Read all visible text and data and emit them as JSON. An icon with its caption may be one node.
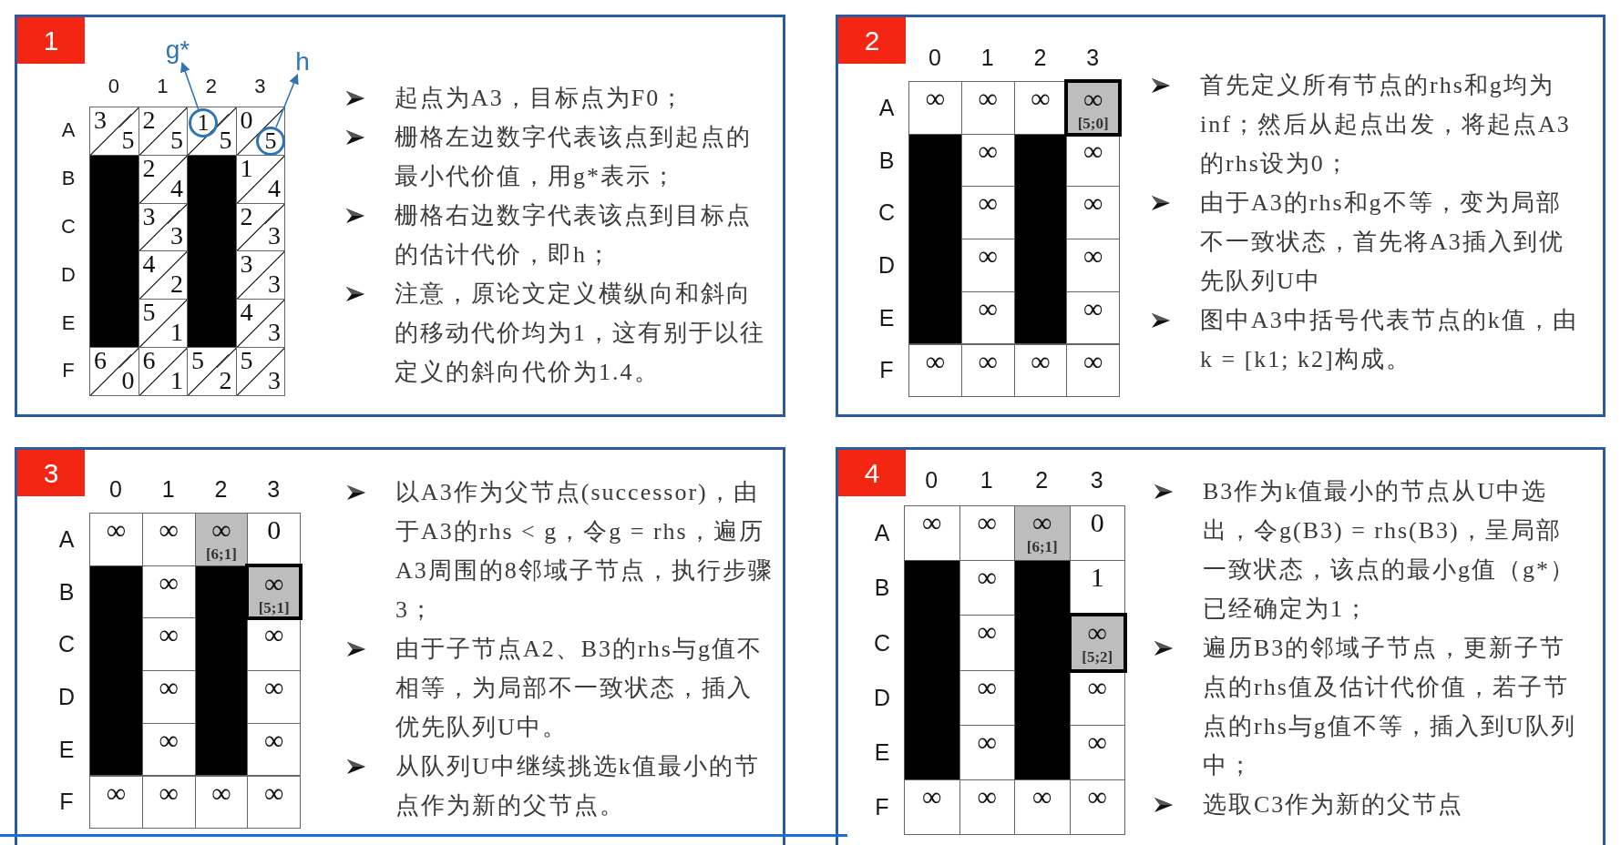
{
  "diagram": {
    "nodes": [
      {
        "text": [
          "起点为A3，目标点为F0；",
          "栅格左边数字代表该点到起点的最小代价值，用g*表示；",
          "栅格右边数字代表该点到目标点的估计代价，即h；",
          "注意，原论文定义横纵向和斜向的移动代价均为1，这有别于以往定义的斜向代价为1.4。"
        ]
      },
      {
        "text": [
          "1"
        ],
        "in": 0
      },
      {
        "text": [
          "g*"
        ],
        "in": 0
      },
      {
        "text": [
          "h"
        ],
        "in": 0
      },
      {
        "text": [
          "3",
          "5"
        ],
        "in": 0
      },
      {
        "text": [
          "2",
          "5"
        ],
        "in": 0
      },
      {
        "text": [
          "5"
        ],
        "in": 0
      },
      {
        "text": [
          "0"
        ],
        "in": 0
      },
      {
        "text": [],
        "shape": "bar",
        "in": 0
      },
      {
        "text": [
          "2",
          "4"
        ],
        "in": 0
      },
      {
        "text": [],
        "shape": "bar",
        "in": 0
      },
      {
        "text": [
          "1",
          "4"
        ],
        "in": 0
      },
      {
        "text": [
          "3",
          "3"
        ],
        "in": 0
      },
      {
        "text": [
          "2",
          "3"
        ],
        "in": 0
      },
      {
        "text": [
          "4",
          "2"
        ],
        "in": 0
      },
      {
        "text": [
          "3",
          "3"
        ],
        "in": 0
      },
      {
        "text": [
          "5",
          "1"
        ],
        "in": 0
      },
      {
        "text": [
          "4",
          "3"
        ],
        "in": 0
      },
      {
        "text": [
          "6",
          "0"
        ],
        "in": 0
      },
      {
        "text": [
          "6",
          "1"
        ],
        "in": 0
      },
      {
        "text": [
          "5",
          "2"
        ],
        "in": 0
      },
      {
        "text": [
          "5",
          "3"
        ],
        "in": 0
      },
      {
        "text": [
          "1"
        ],
        "in": 6
      },
      {
        "text": [
          "5"
        ],
        "in": 7
      },
      {
        "text": [
          "首先定义所有节点的rhs和g均为inf；然后从起点出发，将起点A3的rhs设为0；",
          "由于A3的rhs和g不等，变为局部不一致状态，首先将A3插入到优先队列U中",
          "图中A3中括号代表节点的k值，由k = [k1; k2]构成。"
        ]
      },
      {
        "text": [
          "2"
        ],
        "in": 24
      },
      {
        "text": [
          "∞"
        ],
        "in": 24
      },
      {
        "text": [
          "∞"
        ],
        "in": 24
      },
      {
        "text": [
          "∞"
        ],
        "in": 24
      },
      {
        "text": [
          "∞",
          "[5;0]"
        ],
        "in": 24
      },
      {
        "text": [],
        "shape": "bar",
        "in": 24
      },
      {
        "text": [
          "∞"
        ],
        "in": 24
      },
      {
        "text": [],
        "shape": "bar",
        "in": 24
      },
      {
        "text": [
          "∞"
        ],
        "in": 24
      },
      {
        "text": [
          "∞"
        ],
        "in": 24
      },
      {
        "text": [
          "∞"
        ],
        "in": 24
      },
      {
        "text": [
          "∞"
        ],
        "in": 24
      },
      {
        "text": [
          "∞"
        ],
        "in": 24
      },
      {
        "text": [
          "∞"
        ],
        "in": 24
      },
      {
        "text": [
          "∞"
        ],
        "in": 24
      },
      {
        "text": [
          "∞"
        ],
        "in": 24
      },
      {
        "text": [
          "∞"
        ],
        "in": 24
      },
      {
        "text": [
          "∞"
        ],
        "in": 24
      },
      {
        "text": [
          "∞"
        ],
        "in": 24
      },
      {
        "text": [
          "以A3作为父节点(successor)，由于A3的rhs < g，令g = rhs，遍历A3周围的8邻域子节点，执行步骤3；",
          "由于子节点A2、B3的rhs与g值不相等，为局部不一致状态，插入优先队列U中。",
          "从队列U中继续挑选k值最小的节点作为新的父节点。"
        ]
      },
      {
        "text": [
          "3"
        ],
        "in": 44
      },
      {
        "text": [
          "∞"
        ],
        "in": 44
      },
      {
        "text": [
          "∞"
        ],
        "in": 44
      },
      {
        "text": [
          "∞",
          "[6;1]"
        ],
        "in": 44
      },
      {
        "text": [
          "0"
        ],
        "in": 44
      },
      {
        "text": [],
        "shape": "bar",
        "in": 44
      },
      {
        "text": [
          "∞"
        ],
        "in": 44
      },
      {
        "text": [],
        "shape": "bar",
        "in": 44
      },
      {
        "text": [
          "∞",
          "[5;1]"
        ],
        "in": 44
      },
      {
        "text": [
          "∞"
        ],
        "in": 44
      },
      {
        "text": [
          "∞"
        ],
        "in": 44
      },
      {
        "text": [
          "∞"
        ],
        "in": 44
      },
      {
        "text": [
          "∞"
        ],
        "in": 44
      },
      {
        "text": [
          "∞"
        ],
        "in": 44
      },
      {
        "text": [
          "∞"
        ],
        "in": 44
      },
      {
        "text": [
          "∞"
        ],
        "in": 44
      },
      {
        "text": [
          "∞"
        ],
        "in": 44
      },
      {
        "text": [
          "∞"
        ],
        "in": 44
      },
      {
        "text": [
          "∞"
        ],
        "in": 44
      },
      {
        "text": [
          "B3作为k值最小的节点从U中选出，令g(B3) = rhs(B3)，呈局部一致状态，该点的最小g值（g*）已经确定为1；",
          "遍历B3的邻域子节点，更新子节点的rhs值及估计代价值，若子节点的rhs与g值不等，插入到U队列中；",
          "选取C3作为新的父节点"
        ]
      },
      {
        "text": [
          "4"
        ],
        "in": 64
      },
      {
        "text": [
          "∞"
        ],
        "in": 64
      },
      {
        "text": [
          "∞"
        ],
        "in": 64
      },
      {
        "text": [
          "∞",
          "[6;1]"
        ],
        "in": 64
      },
      {
        "text": [
          "0"
        ],
        "in": 64
      },
      {
        "text": [],
        "shape": "bar",
        "in": 64
      },
      {
        "text": [
          "∞"
        ],
        "in": 64
      },
      {
        "text": [],
        "shape": "bar",
        "in": 64
      },
      {
        "text": [
          "1"
        ],
        "in": 64
      },
      {
        "text": [
          "∞"
        ],
        "in": 64
      },
      {
        "text": [
          "∞",
          "[5;2]"
        ],
        "in": 64
      },
      {
        "text": [
          "∞"
        ],
        "in": 64
      },
      {
        "text": [
          "∞"
        ],
        "in": 64
      },
      {
        "text": [
          "∞"
        ],
        "in": 64
      },
      {
        "text": [
          "∞"
        ],
        "in": 64
      },
      {
        "text": [
          "∞"
        ],
        "in": 64
      },
      {
        "text": [
          "∞"
        ],
        "in": 64
      },
      {
        "text": [
          "∞"
        ],
        "in": 64
      },
      {
        "text": [
          "∞"
        ],
        "in": 64
      }
    ],
    "edges": [
      {
        "from": 22,
        "to": 2,
        "arrow": "to"
      },
      {
        "from": 23,
        "to": 3,
        "arrow": "to"
      }
    ],
    "labels": [
      "0",
      "1",
      "2",
      "3",
      "A",
      "B",
      "C",
      "D",
      "E",
      "F",
      "0",
      "1",
      "2",
      "3",
      "A",
      "B",
      "C",
      "D",
      "E",
      "F",
      "0",
      "1",
      "2",
      "3",
      "A",
      "B",
      "C",
      "D",
      "E",
      "F",
      "0",
      "1",
      "2",
      "3",
      "A",
      "B",
      "C",
      "D",
      "E",
      "F"
    ]
  }
}
